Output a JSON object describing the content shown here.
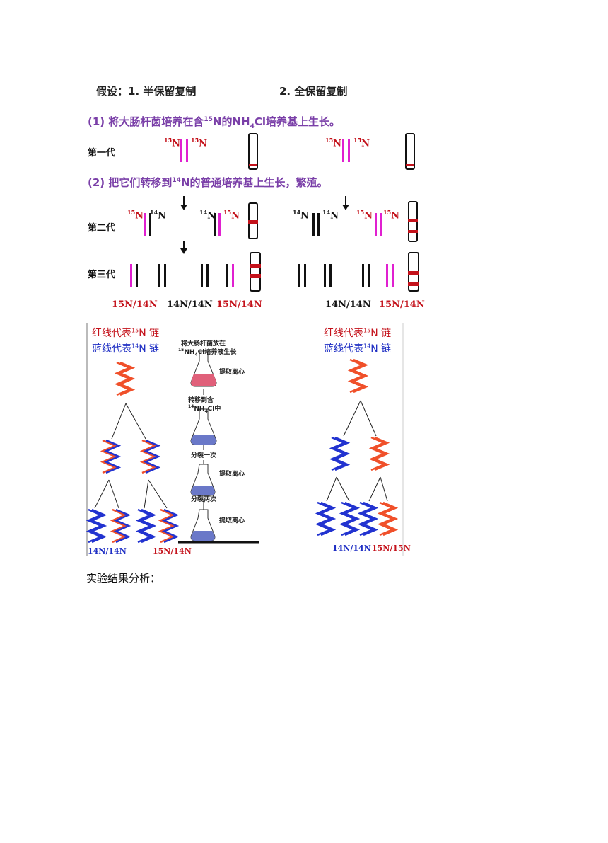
{
  "hypotheses": {
    "h0": "假设：",
    "h1": "1. 半保留复制",
    "h2": "2. 全保留复制"
  },
  "step1": {
    "prefix": "(1) 将大肠杆菌培养在含",
    "iso": "15",
    "mid": "N的NH",
    "sub": "4",
    "suffix": "Cl培养基上生长。"
  },
  "step2": {
    "prefix": "(2) 把它们转移到",
    "iso": "14",
    "suffix": "N的普通培养基上生长，繁殖。"
  },
  "generations": {
    "g1": "第一代",
    "g2": "第二代",
    "g3": "第三代"
  },
  "isotopes": {
    "n15": "15",
    "n14": "14",
    "N": "N"
  },
  "gen3_labels": {
    "left": [
      "15N/14N",
      "14N/14N",
      "15N/14N"
    ],
    "right": [
      "14N/14N",
      "15N/14N"
    ]
  },
  "legend": {
    "red_prefix": "红线代表",
    "red_iso": "15",
    "red_suffix": "N 链",
    "blue_prefix": "蓝线代表",
    "blue_iso": "14",
    "blue_suffix": "N 链"
  },
  "flask_steps": {
    "s1a": "将大肠杆菌放在",
    "s1b_iso": "15",
    "s1b_text": "NH",
    "s1b_sub": "4",
    "s1b_rest": "Cl培养液生长",
    "extract": "提取离心",
    "s2a": "转移到含",
    "s2b_iso": "14",
    "s2b_text": "NH",
    "s2b_sub": "4",
    "s2b_rest": "Cl中",
    "split1": "分裂一次",
    "split2": "分裂两次"
  },
  "bottom_labels": {
    "left1": "14N/14N",
    "left2": "15N/14N",
    "right1": "14N/14N",
    "right2": "15N/15N"
  },
  "footer": "实验结果分析：",
  "colors": {
    "magenta": "#e020d0",
    "black": "#111111",
    "band": "#c4121b",
    "purple": "#7a3fa8",
    "red_strand": "#f0502a",
    "blue_strand": "#2233d0"
  }
}
